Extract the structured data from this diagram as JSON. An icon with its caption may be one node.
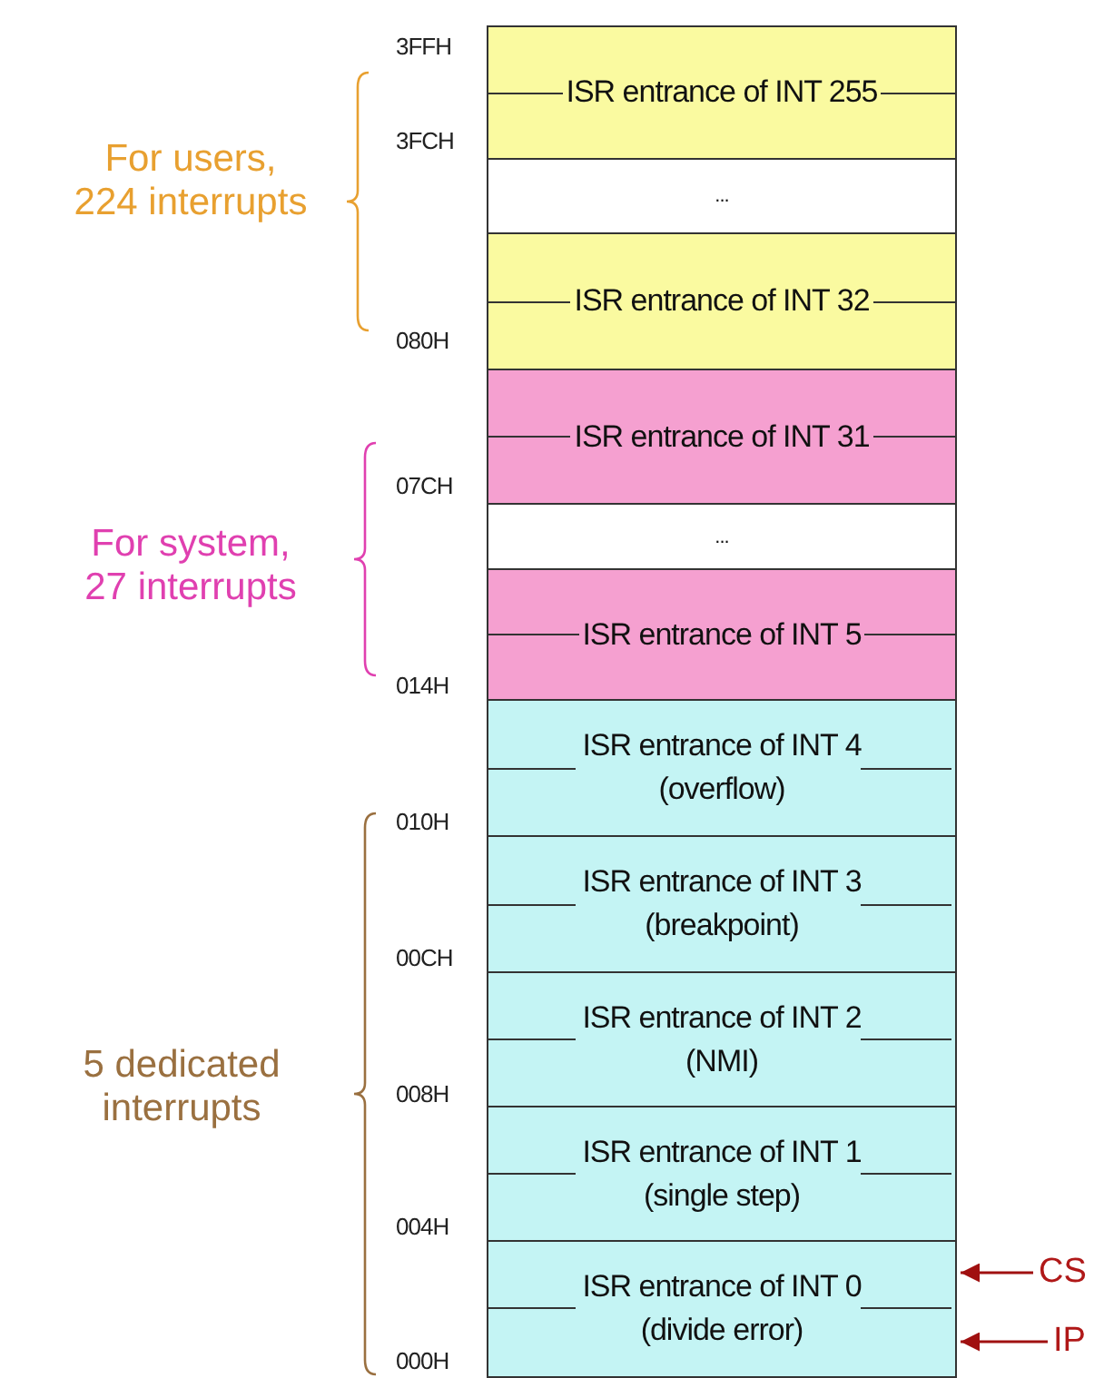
{
  "diagram": {
    "nodes": [
      {
        "text": [
          "ISR entrance of INT 255"
        ]
      },
      {
        "text": [
          "..."
        ]
      },
      {
        "text": [
          "ISR entrance of INT 32"
        ]
      },
      {
        "text": [
          "ISR entrance of INT 31"
        ]
      },
      {
        "text": [
          "..."
        ]
      },
      {
        "text": [
          "ISR entrance of INT 5"
        ]
      },
      {
        "text": [
          "ISR entrance of INT 4",
          "(overflow)"
        ]
      },
      {
        "text": [
          "ISR entrance of INT 3",
          "(breakpoint)"
        ]
      },
      {
        "text": [
          "ISR entrance of INT 2",
          "(NMI)"
        ]
      },
      {
        "text": [
          "ISR entrance of INT 1",
          "(single step)"
        ]
      },
      {
        "text": [
          "ISR entrance of INT 0",
          "(divide error)"
        ]
      },
      {
        "text": [
          "CS"
        ]
      },
      {
        "text": [
          "IP"
        ]
      }
    ],
    "edges": [
      {
        "from": 11,
        "to": 10,
        "arrow": "to"
      },
      {
        "from": 12,
        "to": 10,
        "arrow": "to"
      }
    ],
    "labels": [
      "3FFH",
      "3FCH",
      "For users, 224 interrupts",
      "080H",
      "07CH",
      "For system, 27 interrupts",
      "014H",
      "010H",
      "00CH",
      "5 dedicated interrupts",
      "008H",
      "004H",
      "000H"
    ]
  }
}
